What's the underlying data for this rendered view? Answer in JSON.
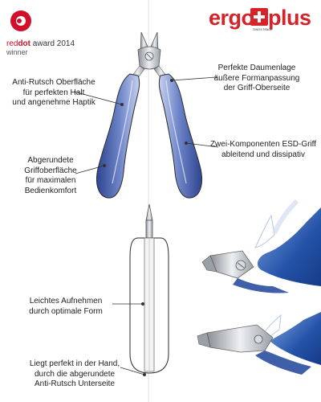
{
  "award": {
    "brand": "red",
    "brand_dot": "dot",
    "title": "award 2014",
    "subtitle": "winner"
  },
  "brand": {
    "left": "ergo",
    "right": "plus",
    "tagline": "Swiss Made",
    "color": "#d4242a"
  },
  "callouts": {
    "anti_slip": [
      "Anti-Rutsch Oberfläche",
      "für perfekten Halt",
      "und angenehme Haptik"
    ],
    "thumb": [
      "Perfekte Daumenlage",
      "äußere Formanpassung",
      "der Griff-Oberseite"
    ],
    "esd": [
      "Zwei-Komponenten ESD-Griff",
      "ableitend und dissipativ"
    ],
    "rounded": [
      "Abgerundete",
      "Griffoberfläche",
      "für maximalen",
      "Bedienkomfort"
    ],
    "pickup": [
      "Leichtes Aufnehmen",
      "durch optimale Form"
    ],
    "hand": [
      "Liegt perfekt in der Hand,",
      "durch die abgerundete",
      "Anti-Rutsch Unterseite"
    ]
  },
  "colors": {
    "grip_blue": "#3f57a3",
    "grip_blue_light": "#8fa2d6",
    "metal": "#b8bcc2",
    "line": "#333333"
  }
}
